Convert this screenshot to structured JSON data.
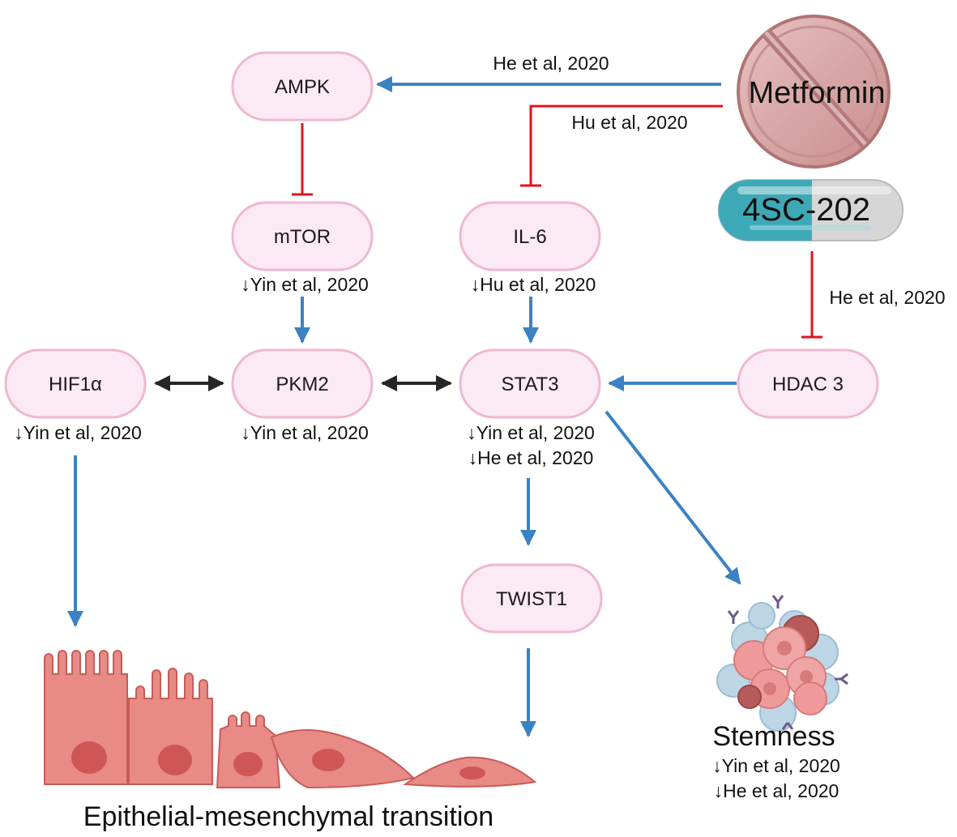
{
  "colors": {
    "node_fill": "#fbeaf3",
    "node_stroke": "#efb8d2",
    "activation": "#3b82c4",
    "inhibition": "#e0141c",
    "bidirectional": "#262626",
    "cell_fill": "#e88a85",
    "cell_stroke": "#c75c57",
    "nucleus": "#cf5656",
    "pill_fill": "#d9a3a3"
  },
  "nodes": {
    "ampk": "AMPK",
    "mtor": "mTOR",
    "il6": "IL-6",
    "hif1a": "HIF1α",
    "pkm2": "PKM2",
    "stat3": "STAT3",
    "hdac3": "HDAC 3",
    "twist1": "TWIST1"
  },
  "drugs": {
    "metformin": "Metformin",
    "sc202": "4SC-202"
  },
  "citations": {
    "metformin_ampk": "He et al, 2020",
    "metformin_il6": "Hu et al, 2020",
    "sc202_hdac3": "He et al, 2020",
    "mtor": "↓Yin et al, 2020",
    "il6": "↓Hu et al, 2020",
    "hif1a": "↓Yin et al, 2020",
    "pkm2": "↓Yin et al, 2020",
    "stat3_1": "↓Yin et al, 2020",
    "stat3_2": "↓He et al, 2020",
    "stemness_1": "↓Yin et al, 2020",
    "stemness_2": "↓He et al, 2020"
  },
  "outcomes": {
    "stemness": "Stemness",
    "emt": "Epithelial-mesenchymal transition"
  },
  "icons": [
    "metformin-pill-icon",
    "4sc-202-capsule-icon",
    "stem-cell-cluster-icon",
    "emt-cells-icon"
  ]
}
